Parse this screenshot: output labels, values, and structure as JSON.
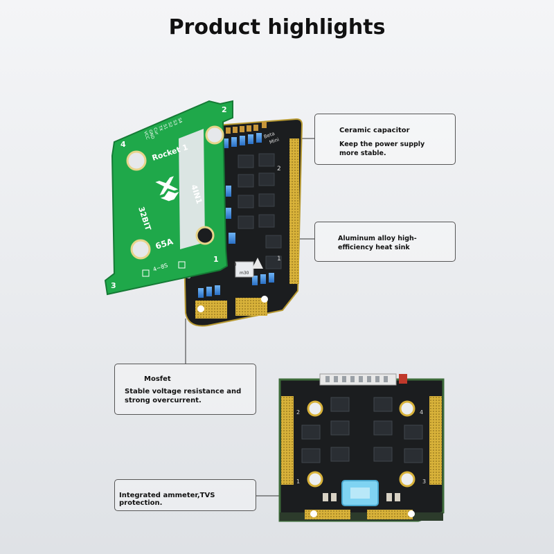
{
  "page": {
    "title": "Product highlights"
  },
  "board_top": {
    "plate_labels": [
      "Rocket 1",
      "32BIT",
      "4IN1",
      "65A",
      "4~8S"
    ],
    "pin_labels": [
      "VCC",
      "GND",
      "Cur",
      "TX",
      "S1",
      "S2",
      "S3",
      "S4"
    ],
    "corner_numbers": [
      "4",
      "2",
      "3",
      "1"
    ],
    "pcb_labels": [
      "Beta",
      "Mini",
      "m30",
      "m30"
    ]
  },
  "callouts": [
    {
      "heading": "Ceramic capacitor",
      "body": "Keep the power supply more stable."
    },
    {
      "heading": "Aluminum alloy high-efficiency heat sink",
      "body": ""
    },
    {
      "heading": "Mosfet",
      "body": "Stable voltage resistance and strong overcurrent."
    },
    {
      "heading": "Integrated ammeter,TVS protection.",
      "body": ""
    }
  ],
  "colors": {
    "pcb_green": "#1fa84a",
    "pcb_black": "#1b1d1f",
    "gold_pad": "#d8b23a",
    "capacitor_blue": "#3f8fe0",
    "connector_blue": "#7fd3f2"
  }
}
